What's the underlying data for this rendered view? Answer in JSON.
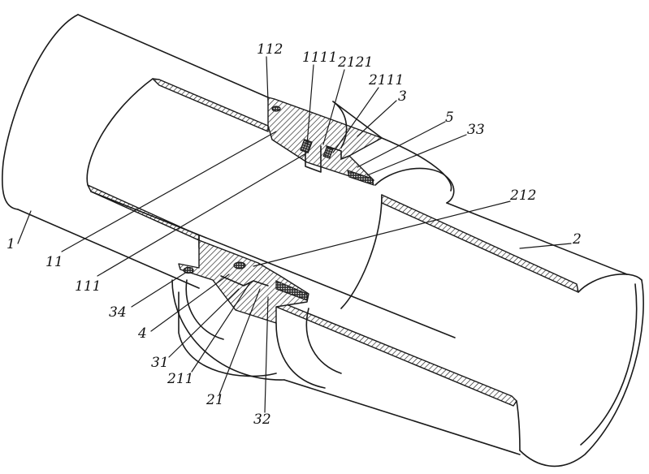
{
  "labels": {
    "l112": "112",
    "l1111": "1111",
    "l2121": "2121",
    "l2111": "2111",
    "l3": "3",
    "l5": "5",
    "l33": "33",
    "l212": "212",
    "l2": "2",
    "l1": "1",
    "l11": "11",
    "l111": "111",
    "l34": "34",
    "l4": "4",
    "l31": "31",
    "l211": "211",
    "l21": "21",
    "l32": "32"
  }
}
